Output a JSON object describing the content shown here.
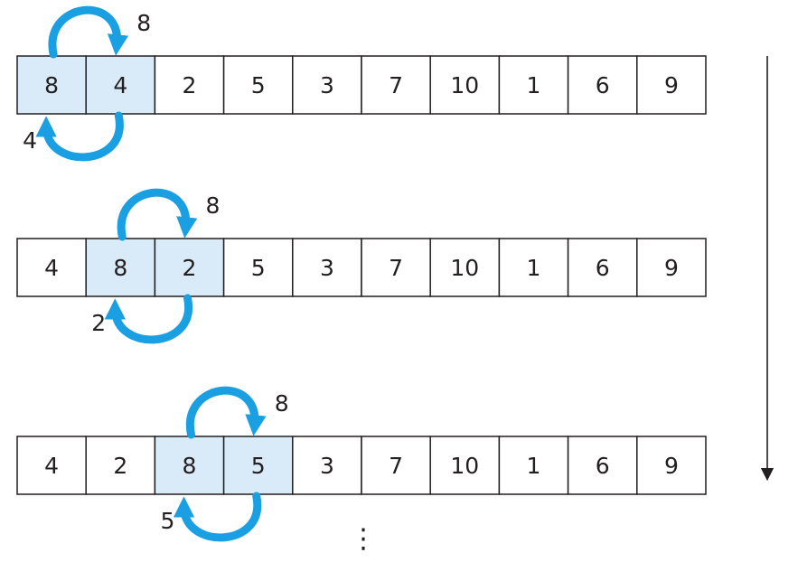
{
  "colors": {
    "highlight": "#d9ebf8",
    "arrow": "#1aa0e2",
    "border": "#231f20",
    "cell": "#ffffff"
  },
  "steps": [
    {
      "cells": [
        "8",
        "4",
        "2",
        "5",
        "3",
        "7",
        "10",
        "1",
        "6",
        "9"
      ],
      "highlight": [
        0,
        1
      ],
      "top_label": "8",
      "bottom_label": "4"
    },
    {
      "cells": [
        "4",
        "8",
        "2",
        "5",
        "3",
        "7",
        "10",
        "1",
        "6",
        "9"
      ],
      "highlight": [
        1,
        2
      ],
      "top_label": "8",
      "bottom_label": "2"
    },
    {
      "cells": [
        "4",
        "2",
        "8",
        "5",
        "3",
        "7",
        "10",
        "1",
        "6",
        "9"
      ],
      "highlight": [
        2,
        3
      ],
      "top_label": "8",
      "bottom_label": "5"
    }
  ],
  "continuation": "⋮",
  "progress_icon": "down-arrow-icon"
}
